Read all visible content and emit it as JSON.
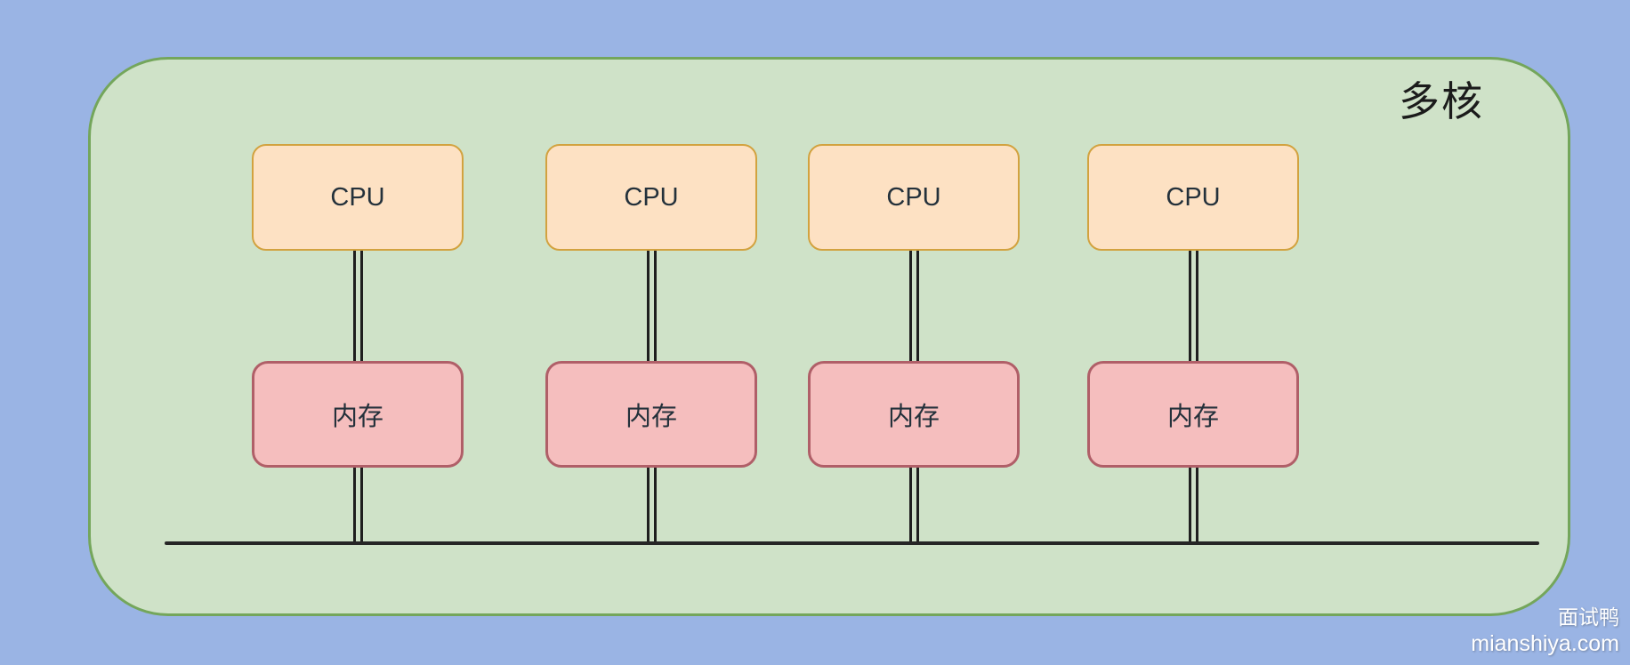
{
  "title": "多核",
  "columns": [
    {
      "cpu_label": "CPU",
      "memory_label": "内存"
    },
    {
      "cpu_label": "CPU",
      "memory_label": "内存"
    },
    {
      "cpu_label": "CPU",
      "memory_label": "内存"
    },
    {
      "cpu_label": "CPU",
      "memory_label": "内存"
    }
  ],
  "watermark": {
    "brand": "面试鸭",
    "url": "mianshiya.com"
  },
  "colors": {
    "page_background": "#9AB4E4",
    "container_fill": "#CFE2C8",
    "container_border": "#74A65B",
    "cpu_fill": "#FDE1C3",
    "cpu_border": "#D2A23F",
    "memory_fill": "#F5BEBE",
    "memory_border": "#B05F68",
    "connector_line": "#1F1F1F",
    "bus_line": "#262626",
    "title_text": "#1B1B1B",
    "watermark_text": "#FFFFFF"
  }
}
